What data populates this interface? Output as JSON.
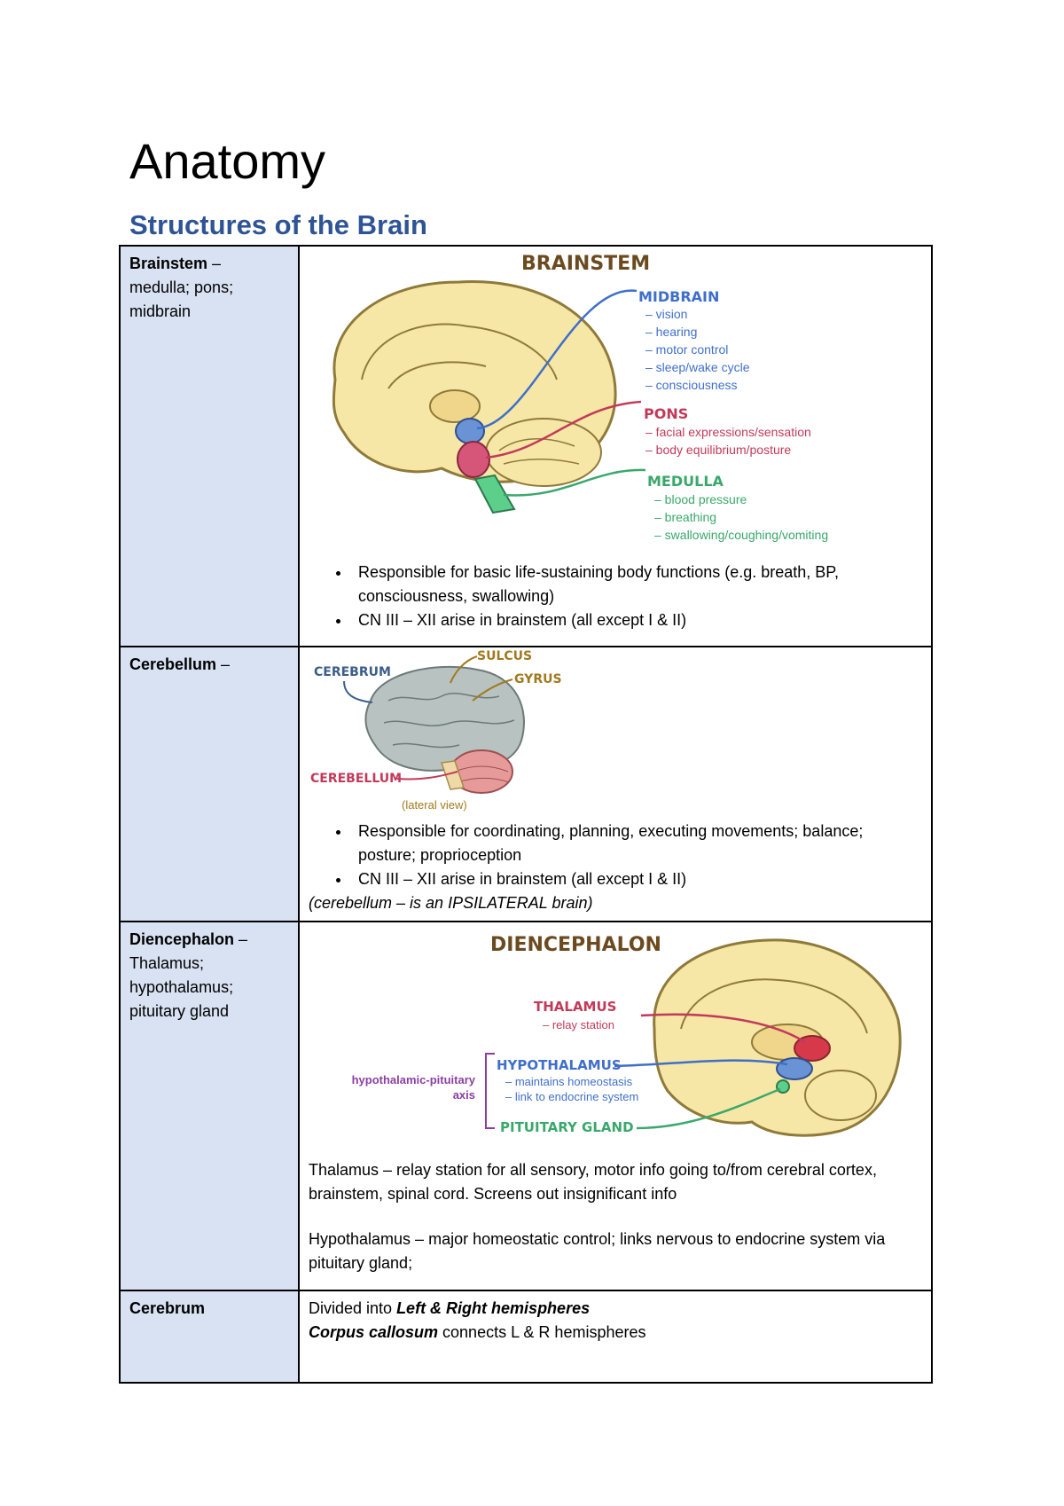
{
  "title": "Anatomy",
  "subtitle": "Structures of the Brain",
  "rows": [
    {
      "label_bold": "Brainstem",
      "label_rest": " –",
      "label_lines": [
        "medulla; pons;",
        "midbrain"
      ],
      "figure": {
        "heading": "BRAINSTEM",
        "midbrain": {
          "name": "MIDBRAIN",
          "items": [
            "– vision",
            "– hearing",
            "– motor control",
            "– sleep/wake cycle",
            "– consciousness"
          ]
        },
        "pons": {
          "name": "PONS",
          "items": [
            "– facial expressions/sensation",
            "– body equilibrium/posture"
          ]
        },
        "medulla": {
          "name": "MEDULLA",
          "items": [
            "– blood pressure",
            "– breathing",
            "– swallowing/coughing/vomiting"
          ]
        }
      },
      "bullets": [
        "Responsible for basic life-sustaining body functions (e.g. breath, BP, consciousness, swallowing)",
        "CN III – XII arise in brainstem (all except I & II)"
      ]
    },
    {
      "label_bold": "Cerebellum",
      "label_rest": " –",
      "figure": {
        "cerebrum": "CEREBRUM",
        "sulcus": "SULCUS",
        "gyrus": "GYRUS",
        "cerebellum": "CEREBELLUM",
        "caption": "(lateral view)"
      },
      "bullets": [
        "Responsible for coordinating, planning, executing movements; balance; posture; proprioception",
        "CN III – XII arise in brainstem (all except I & II)"
      ],
      "note": "(cerebellum – is an IPSILATERAL brain)"
    },
    {
      "label_bold": "Diencephalon",
      "label_rest": " –",
      "label_lines": [
        "Thalamus;",
        "hypothalamus;",
        "pituitary gland"
      ],
      "figure": {
        "heading": "DIENCEPHALON",
        "thalamus": "THALAMUS",
        "thalamus_sub": "– relay station",
        "hypothalamus": "HYPOTHALAMUS",
        "hypo_items": [
          "– maintains homeostasis",
          "– link to endocrine system"
        ],
        "pituitary": "PITUITARY GLAND",
        "axis_lines": [
          "hypothalamic-pituitary",
          "axis"
        ]
      },
      "paras": [
        "Thalamus – relay station for all sensory, motor info going to/from cerebral cortex, brainstem, spinal cord. Screens out insignificant info",
        "Hypothalamus – major homeostatic control; links nervous to endocrine system via pituitary gland;"
      ]
    },
    {
      "label_bold": "Cerebrum",
      "line1_pre": "Divided into ",
      "line1_bi": "Left & Right hemispheres",
      "line2_i": "Corpus callosum",
      "line2_rest": " connects L & R hemispheres"
    }
  ],
  "colors": {
    "heading": "#6b4a1f",
    "midbrain": "#3f6fc9",
    "pons": "#c23a5a",
    "medulla": "#3aa86b",
    "cerebrum": "#3b5f8a",
    "sulcus": "#a07a1e",
    "cerebellum": "#c23a5a",
    "hypothalamic_axis": "#8b3fa3",
    "brain_fill": "#f6e7a6",
    "brain_outline": "#8f7a3a",
    "cell_fill": "#d9e2f3",
    "subtitle": "#2f5496"
  }
}
